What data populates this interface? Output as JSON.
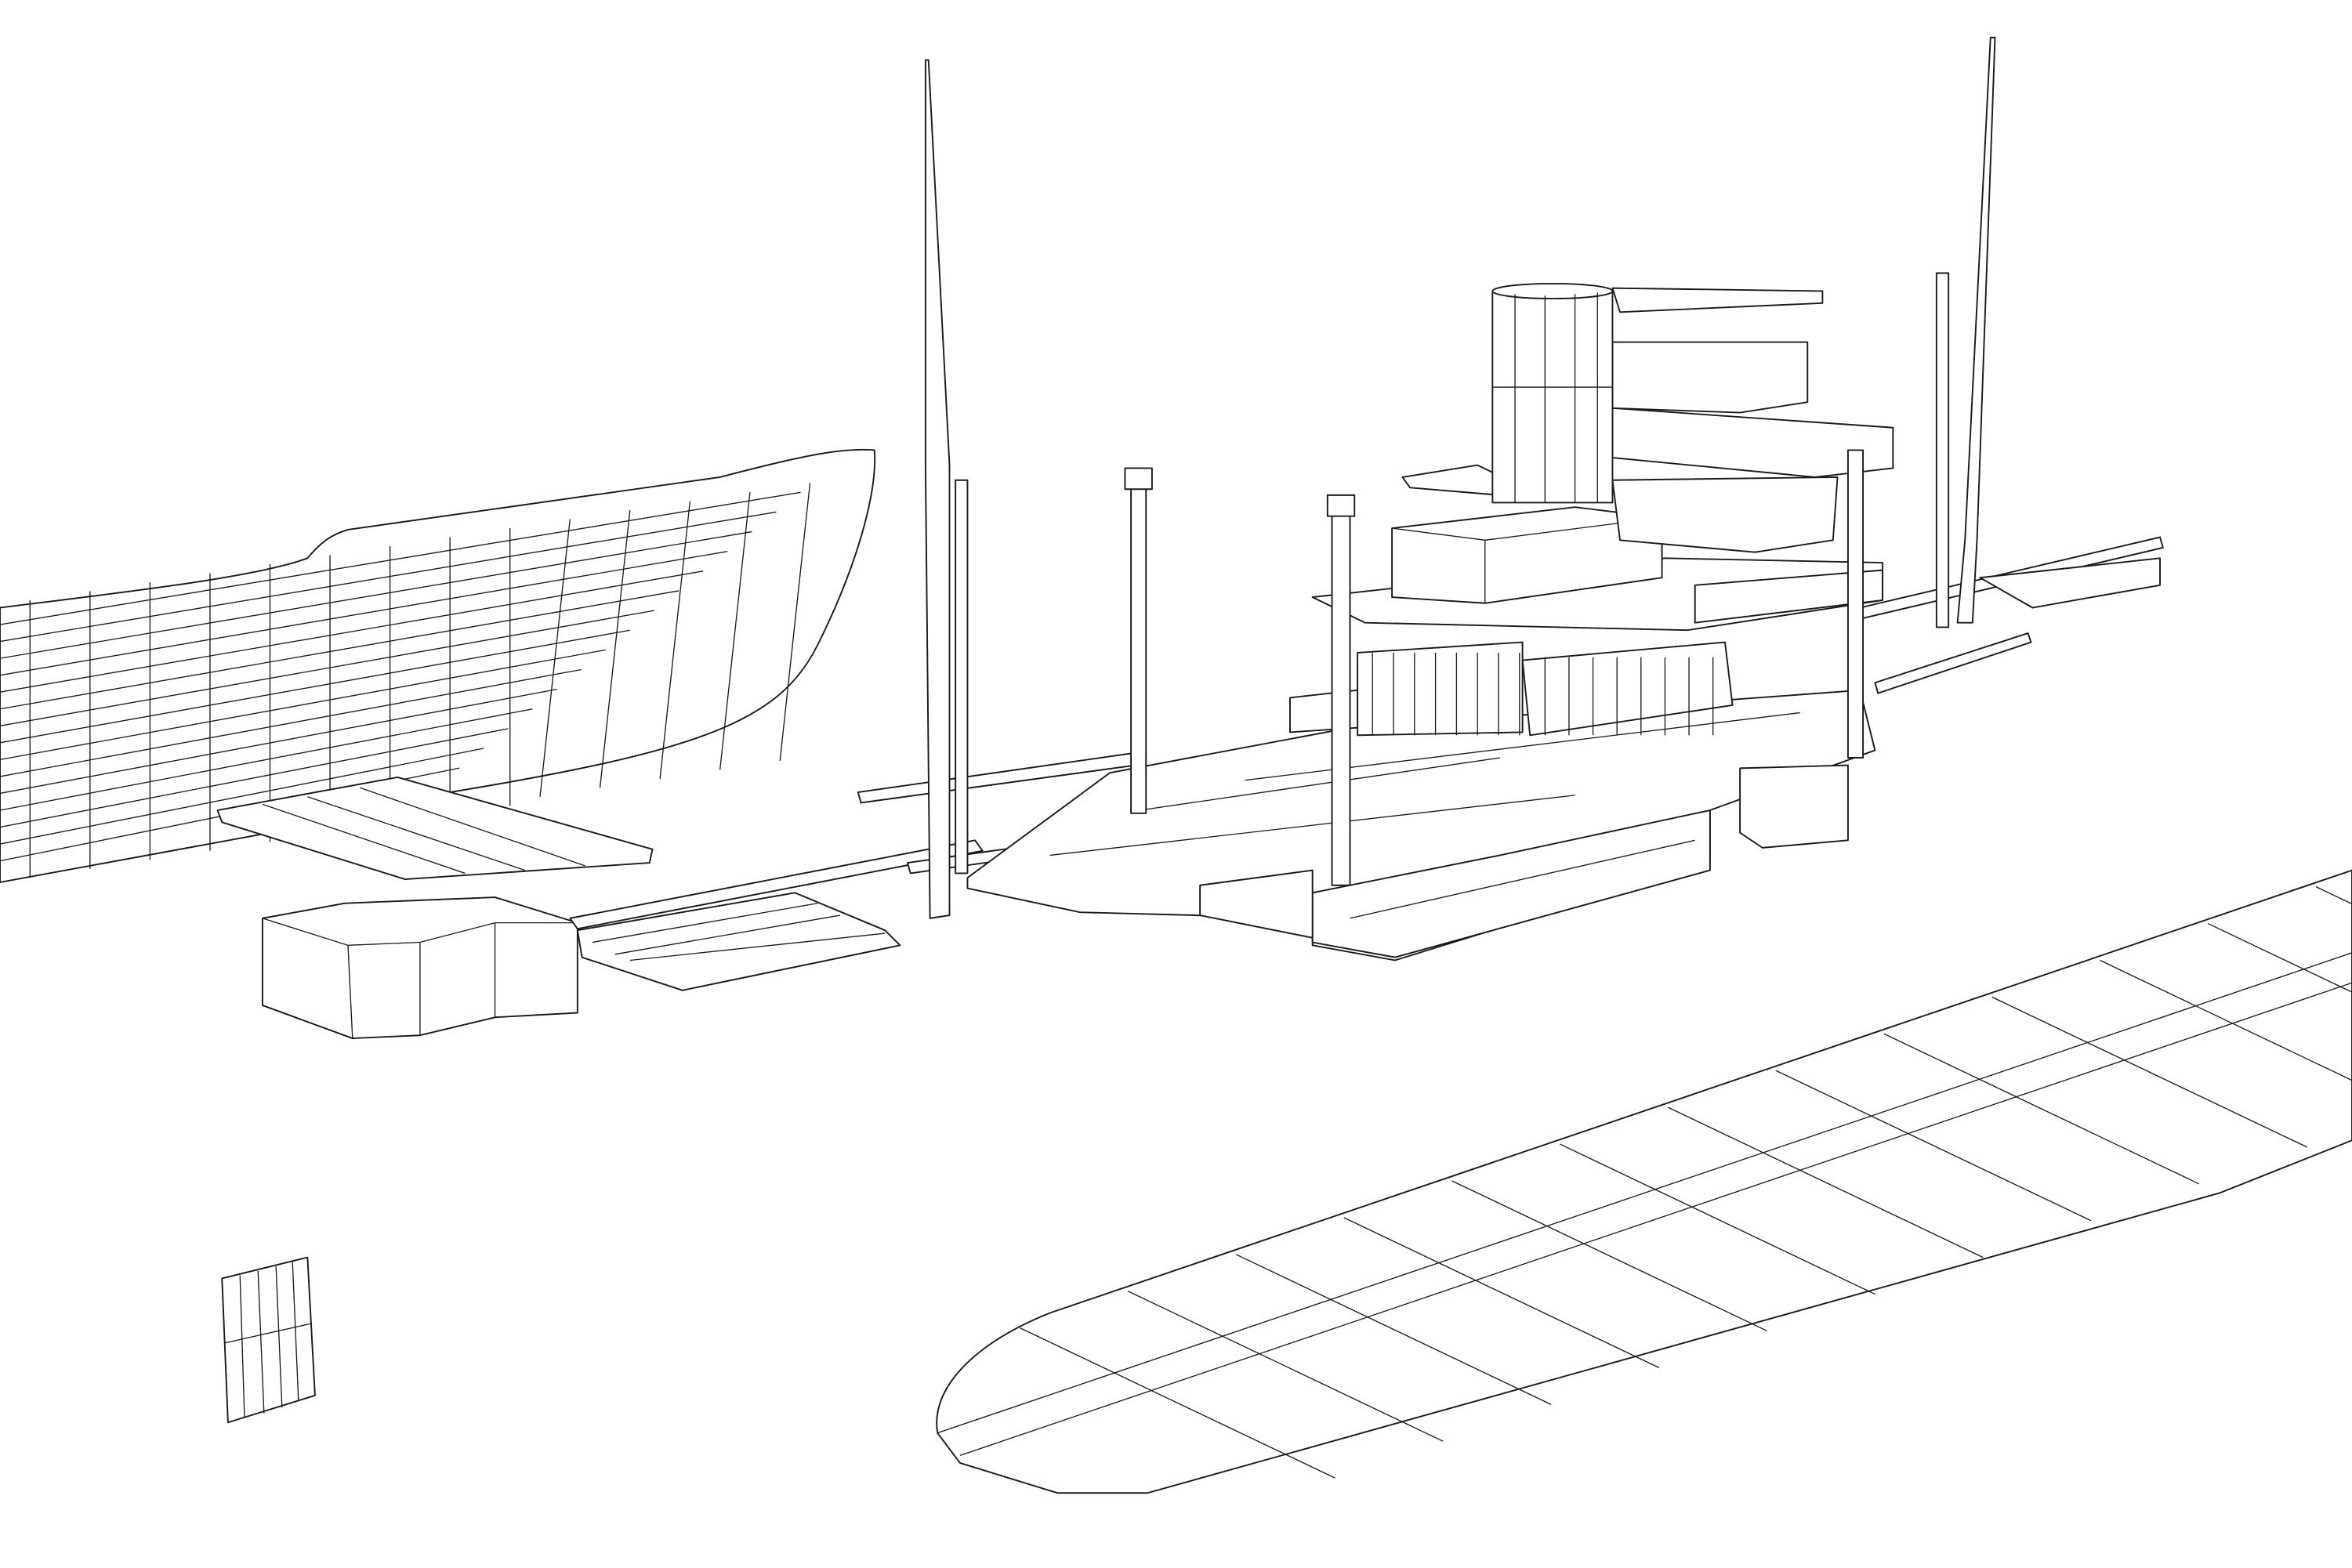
{
  "drawing": {
    "style": "wireframe-line-drawing",
    "line_color": "#1a1a1a",
    "background_color": "#ffffff",
    "parts": [
      "hull",
      "hull-deck-plate",
      "aft-box",
      "aft-platform",
      "foremast",
      "mainmast",
      "kingposts",
      "funnel",
      "superstructure",
      "booms",
      "main-deck",
      "rudder"
    ]
  }
}
